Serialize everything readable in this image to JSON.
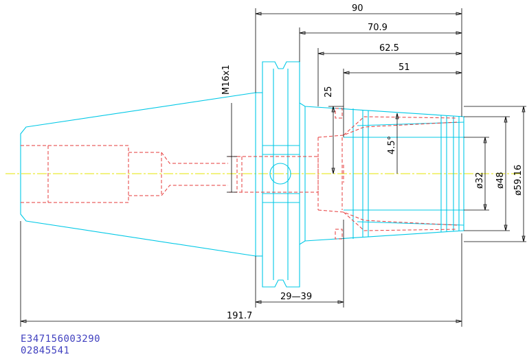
{
  "dimensions": {
    "overall_length": "90",
    "d70_9": "70.9",
    "d62_5": "62.5",
    "d51": "51",
    "d25": "25",
    "thread": "M16x1",
    "angle": "4.5°",
    "dia32": "ø32",
    "dia48": "ø48",
    "dia59": "ø59.16",
    "range": "29—39",
    "total_length": "191.7"
  },
  "codes": {
    "line1": "E347156003290",
    "line2": "02845541"
  },
  "colors": {
    "outline": "#00c8e6",
    "hidden": "#e63a3a",
    "centerline": "#e6e600",
    "dimension": "#000000",
    "code_text": "#3f3fbf"
  }
}
